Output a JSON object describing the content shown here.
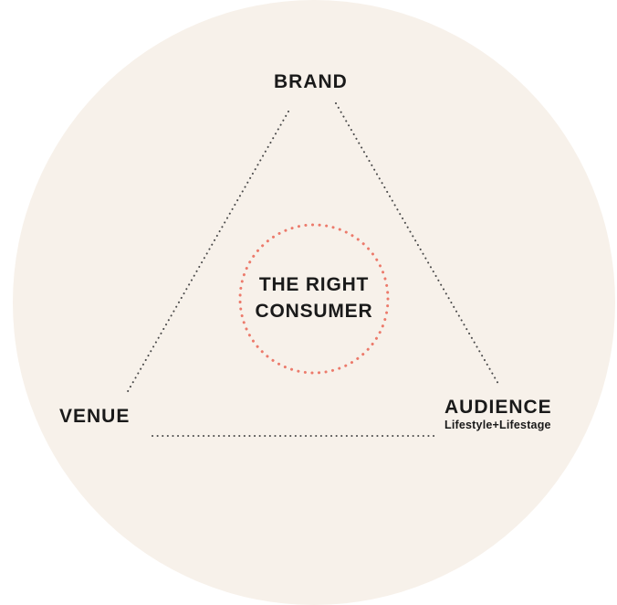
{
  "nodes": {
    "brand": {
      "label": "BRAND"
    },
    "venue": {
      "label": "VENUE"
    },
    "audience": {
      "label": "AUDIENCE",
      "sublabel": "Lifestyle+Lifestage"
    }
  },
  "center": {
    "line1": "THE RIGHT",
    "line2": "CONSUMER"
  },
  "colors": {
    "backdrop": "#f7f1ea",
    "connector": "#4a4a4a",
    "focus_ring": "#ec7a6b",
    "text": "#1a1a1a"
  },
  "connector_style": "dotted",
  "edges": [
    {
      "from": "brand",
      "to": "venue"
    },
    {
      "from": "brand",
      "to": "audience"
    },
    {
      "from": "venue",
      "to": "audience"
    }
  ]
}
